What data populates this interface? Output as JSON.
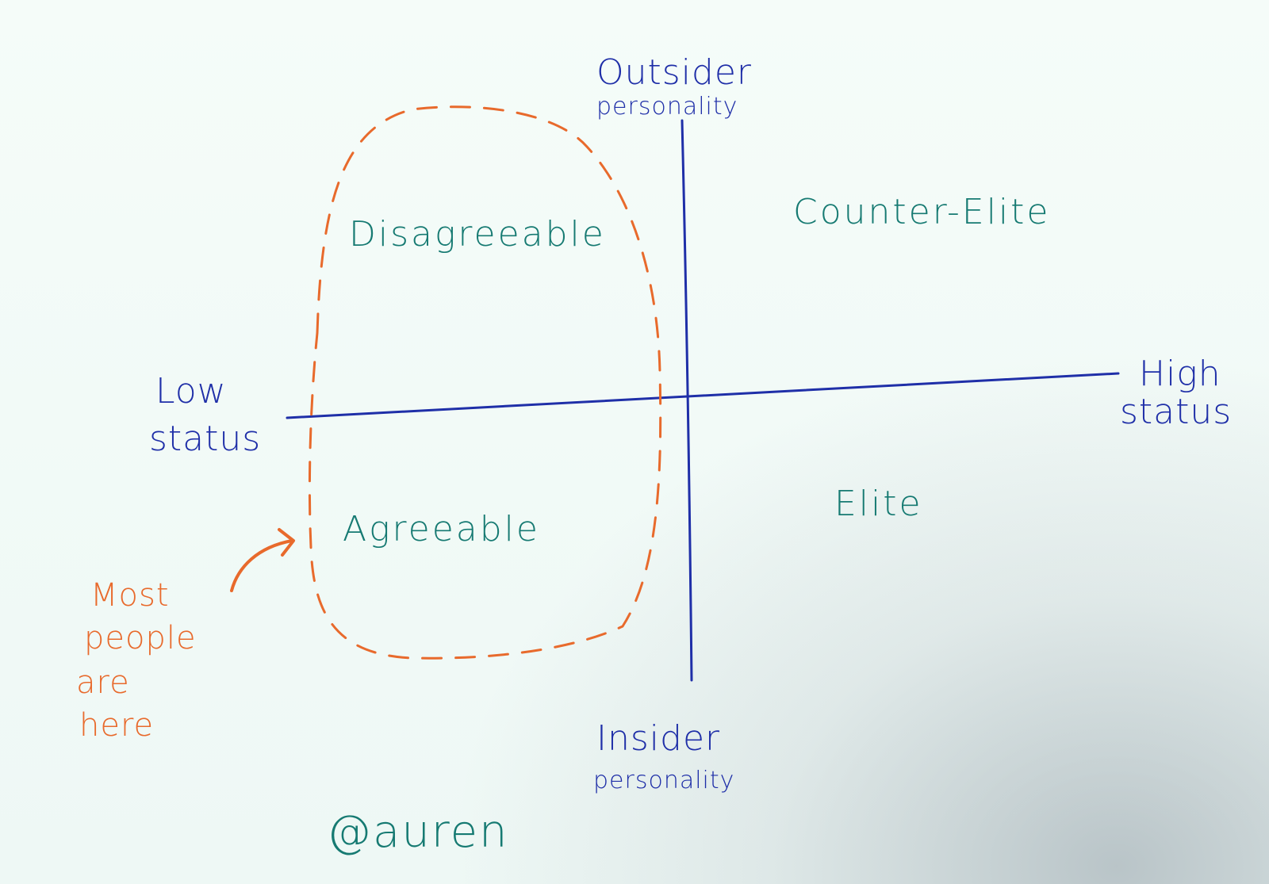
{
  "colors": {
    "axis": "#1f2fa8",
    "quadrant_text": "#167a72",
    "annotation": "#e86a2c"
  },
  "axes": {
    "top": [
      "Outsider",
      "personality"
    ],
    "bottom": [
      "Insider",
      "personality"
    ],
    "left": [
      "Low",
      "status"
    ],
    "right": [
      "High",
      "status"
    ]
  },
  "quadrants": {
    "top_left": "Disagreeable",
    "bottom_left": "Agreeable",
    "top_right": "Counter-Elite",
    "bottom_right": "Elite"
  },
  "annotation": {
    "lines": [
      "Most",
      "people",
      "are",
      "here"
    ]
  },
  "signature": "@auren"
}
